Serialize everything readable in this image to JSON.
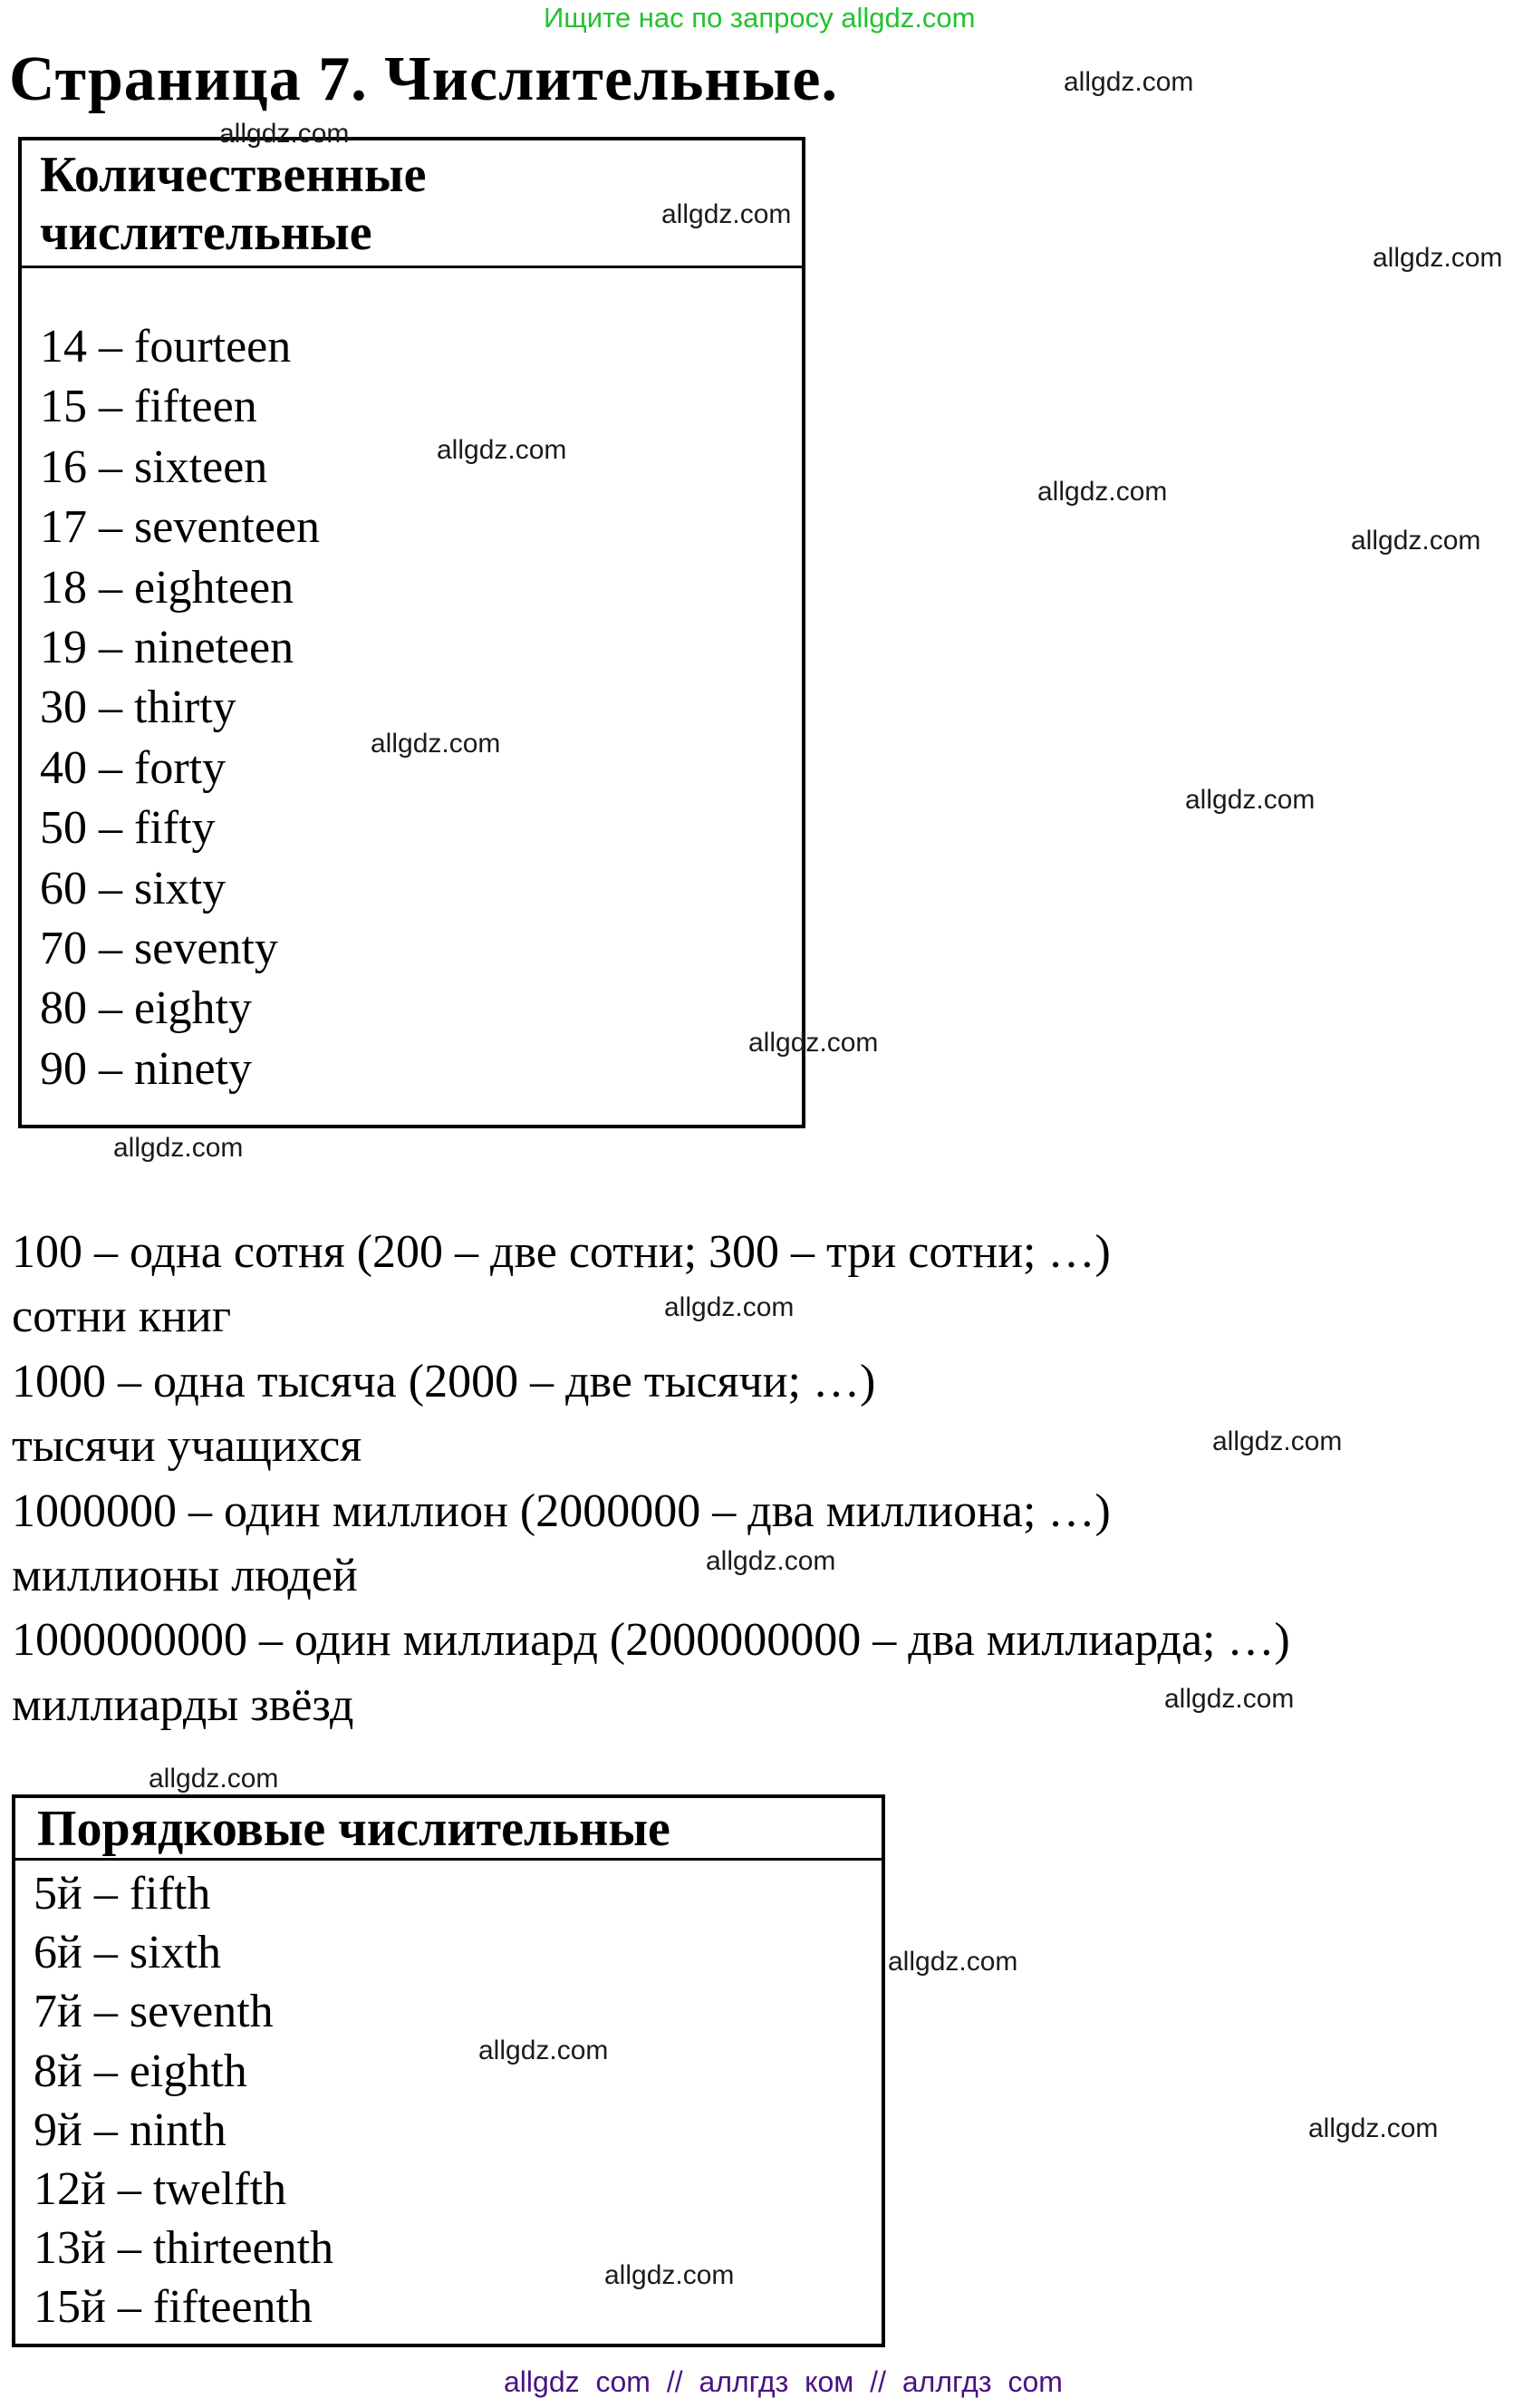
{
  "page": {
    "promo_top": "Ищите нас по запросу allgdz.com",
    "title": "Страница 7. Числительные.",
    "watermark": "allgdz.com",
    "footer": "allgdz com // аллгдз ком // аллгдз com"
  },
  "cardinal_table": {
    "header_line1": "Количественные",
    "header_line2": "числительные",
    "items": [
      "14 – fourteen",
      "15 – fifteen",
      "16 – sixteen",
      "17 – seventeen",
      "18 – eighteen",
      "19 – nineteen",
      "30 – thirty",
      "40 – forty",
      "50 – fifty",
      "60 – sixty",
      "70 – seventy",
      "80 – eighty",
      "90 – ninety"
    ]
  },
  "middle_lines": [
    "100 – одна сотня (200 – две сотни; 300 – три сотни; …)",
    "сотни книг",
    "1000 – одна тысяча (2000 – две тысячи; …)",
    "тысячи учащихся",
    "1000000 – один миллион (2000000 – два миллиона; …)",
    "миллионы людей",
    "1000000000 – один миллиард (2000000000 – два миллиарда; …)",
    "миллиарды звёзд"
  ],
  "ordinal_table": {
    "header": "Порядковые числительные",
    "items": [
      "5й – fifth",
      "6й – sixth",
      "7й – seventh",
      "8й – eighth",
      "9й – ninth",
      "12й – twelfth",
      "13й – thirteenth",
      "15й – fifteenth"
    ]
  },
  "colors": {
    "promo_green": "#22c32e",
    "footer_purple": "#4a1383",
    "watermark_gray": "#1b1b1b"
  }
}
